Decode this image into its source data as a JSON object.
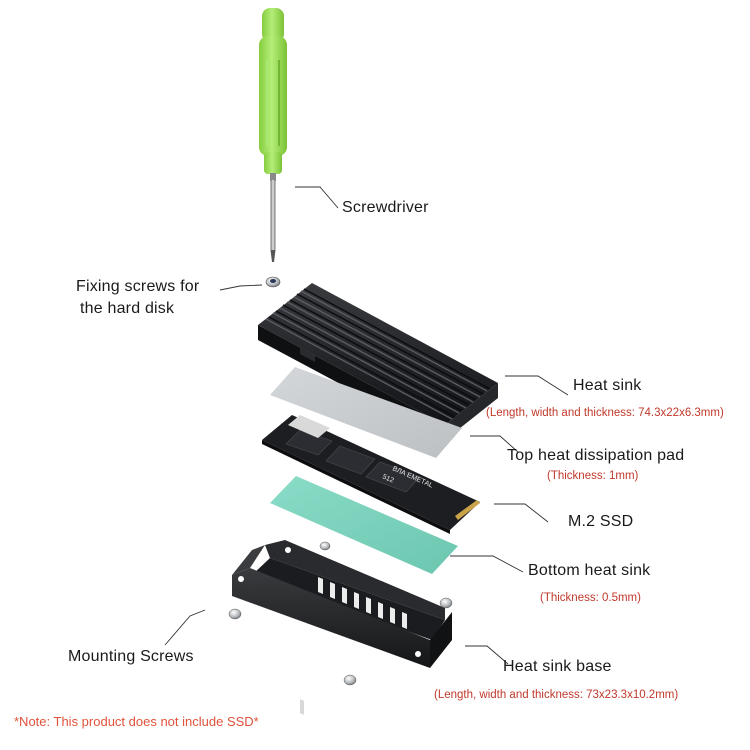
{
  "labels": {
    "screwdriver": "Screwdriver",
    "fixing_screws_line1": "Fixing screws for",
    "fixing_screws_line2": "the hard disk",
    "heat_sink": "Heat sink",
    "heat_sink_dims": "(Length, width and thickness: 74.3x22x6.3mm)",
    "top_pad": "Top heat dissipation pad",
    "top_pad_thickness": "(Thickness: 1mm)",
    "m2_ssd": "M.2 SSD",
    "bottom_sink": "Bottom heat sink",
    "bottom_sink_thickness": "(Thickness: 0.5mm)",
    "mounting_screws": "Mounting Screws",
    "sink_base": "Heat sink base",
    "sink_base_dims": "(Length, width and thickness: 73x23.3x10.2mm)"
  },
  "note": "*Note: This product does not include SSD*",
  "ssd_labels": {
    "brand": "ВЛА ЕМЕТАL",
    "capacity": "512"
  },
  "colors": {
    "handle": "#9fe05a",
    "heatsink": "#1c1d20",
    "top_pad": "#c9cdd0",
    "bottom_pad": "#7fd3bf",
    "note": "#e0533b",
    "spec_text": "#c0392b"
  }
}
